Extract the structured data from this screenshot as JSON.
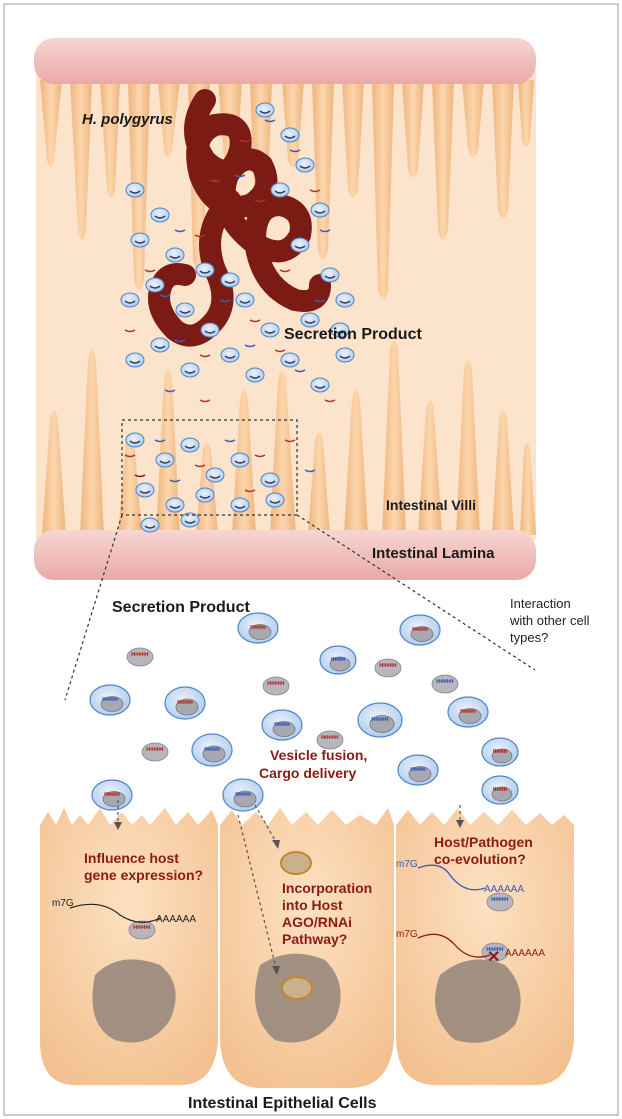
{
  "labels": {
    "worm": "H. polygyrus",
    "secretion_top": "Secretion Product",
    "villi": "Intestinal Villi",
    "lamina": "Intestinal Lamina",
    "secretion_bottom": "Secretion Product",
    "interaction_1": "Interaction",
    "interaction_2": "with other cell",
    "interaction_3": "types?",
    "fusion_1": "Vesicle fusion,",
    "fusion_2": "Cargo delivery",
    "influence_1": "Influence host",
    "influence_2": "gene expression?",
    "incorp_1": "Incorporation",
    "incorp_2": "into Host",
    "incorp_3": "AGO/RNAi",
    "incorp_4": "Pathway?",
    "hostpath_1": "Host/Pathogen",
    "hostpath_2": "co-evolution?",
    "cap_left": "m7G",
    "polya_left": "AAAAAA",
    "cap_right_top": "m7G",
    "polya_right_top": "AAAAAA",
    "cap_right_bottom": "m7G",
    "polya_right_bottom": "AAAAAA",
    "epithelial": "Intestinal Epithelial Cells"
  },
  "colors": {
    "tissue": "#f7c99a",
    "lamina": "#f2c2bf",
    "worm": "#7b1b13",
    "vesicle": "#c4d8f0",
    "vesicle_edge": "#4c86c8",
    "cargo_red": "#b0332a",
    "text_red": "#8c1a12"
  }
}
